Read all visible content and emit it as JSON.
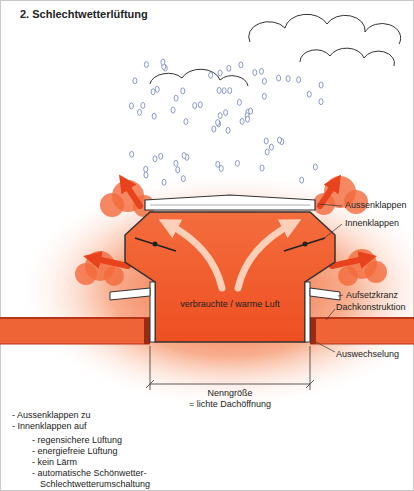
{
  "diagram": {
    "title": "2. Schlechtwetterlüftung",
    "labels": [
      "Aussenklappen",
      "Innenklappen",
      "Aufsetzkranz",
      "Dachkonstruktion",
      "Auswechselung",
      "verbrauchte / warme Luft",
      "Nenngröße",
      "= lichte Dachöffnung",
      "- Aussenklappen zu",
      "- Innenklappen auf",
      "- regensichere Lüftung",
      "- energiefreie Lüftung",
      "- kein Lärm",
      "- automatische Schönwetter- Schlechtwetterumschaltung"
    ]
  }
}
